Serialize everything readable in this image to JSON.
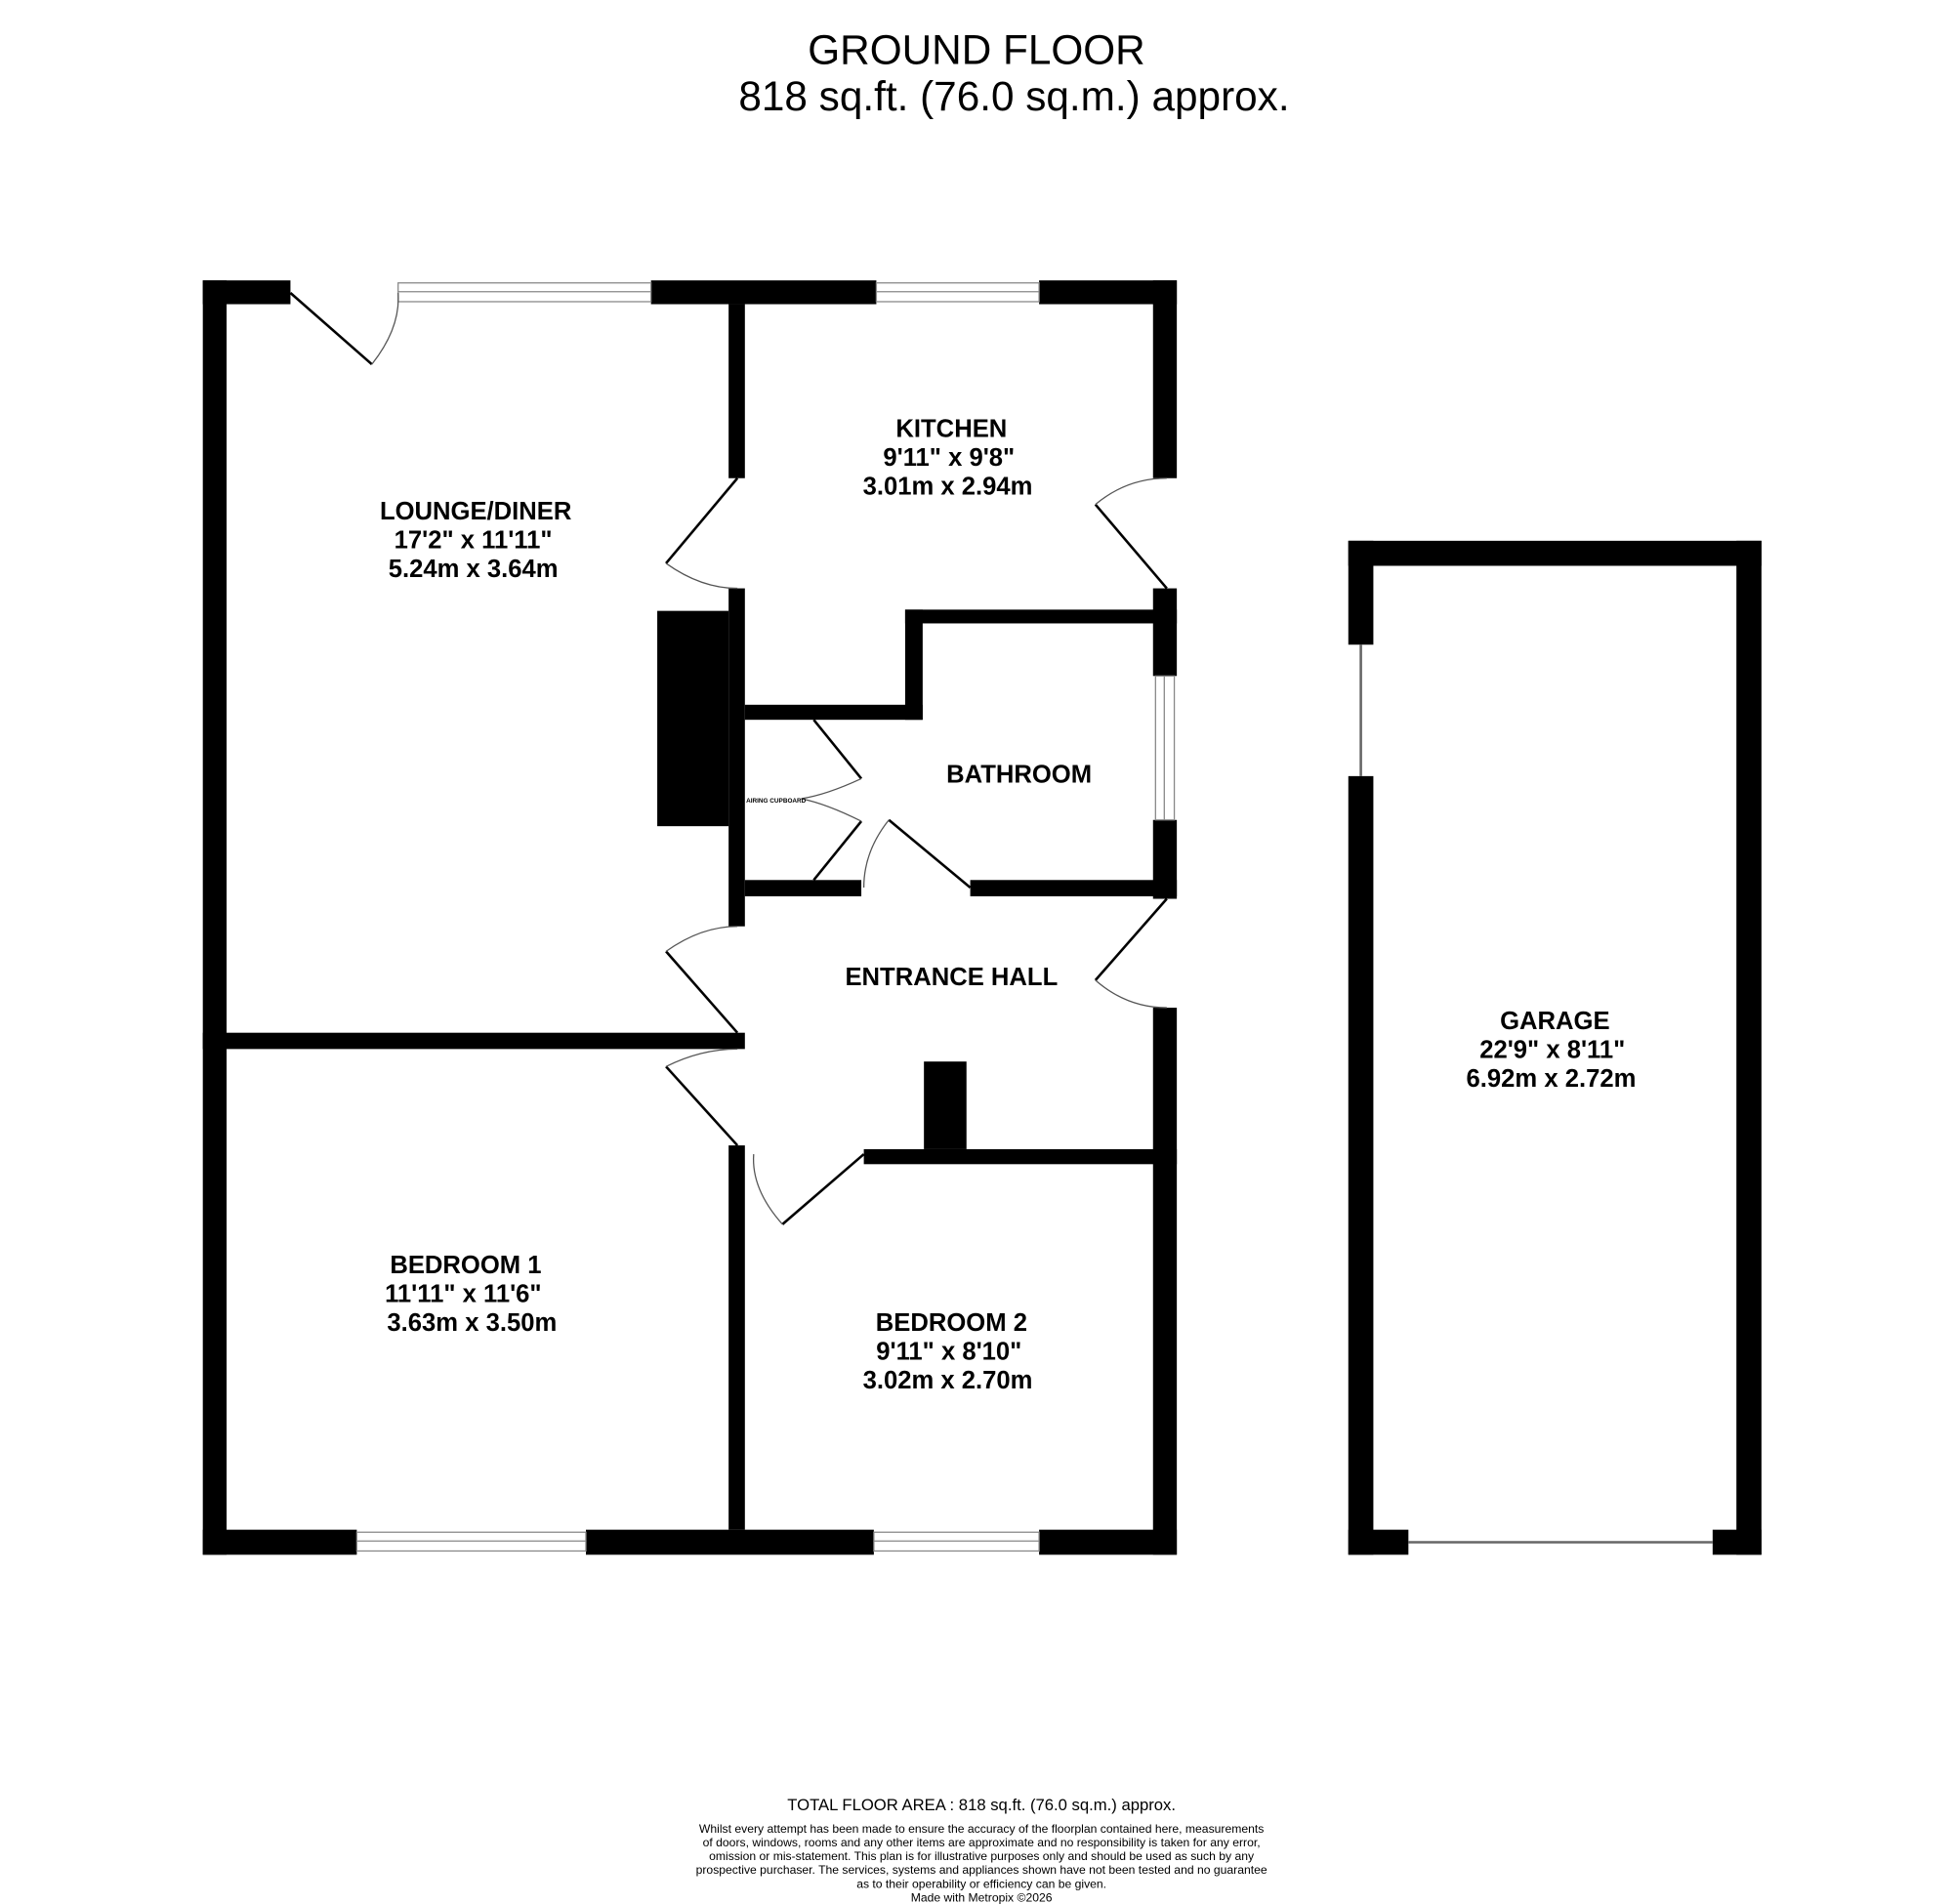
{
  "header": {
    "title": "GROUND FLOOR",
    "area": "818 sq.ft. (76.0 sq.m.) approx."
  },
  "rooms": [
    {
      "name": "LOUNGE/DINER",
      "imperial": "17'2\"  x 11'11\"",
      "metric": "5.24m  x 3.64m"
    },
    {
      "name": "KITCHEN",
      "imperial": "9'11\"  x 9'8\"",
      "metric": "3.01m  x 2.94m"
    },
    {
      "name": "BATHROOM"
    },
    {
      "name": "ENTRANCE HALL"
    },
    {
      "name": "BEDROOM 1",
      "imperial": "11'11\"  x 11'6\"",
      "metric": "3.63m  x 3.50m"
    },
    {
      "name": "BEDROOM 2",
      "imperial": "9'11\"  x 8'10\"",
      "metric": "3.02m  x 2.70m"
    },
    {
      "name": "GARAGE",
      "imperial": "22'9\"  x 8'11\"",
      "metric": "6.92m  x 2.72m"
    }
  ],
  "airing_cupboard": "AIRING CUPBOARD",
  "footer": {
    "total": "TOTAL FLOOR AREA : 818 sq.ft. (76.0 sq.m.) approx.",
    "disclaimer": [
      "Whilst every attempt has been made to ensure the accuracy of the floorplan contained here, measurements",
      "of doors, windows, rooms and any other items are approximate and no responsibility is taken for any error,",
      "omission or mis-statement. This plan is for illustrative purposes only and should be used as such by any",
      "prospective purchaser. The services, systems and appliances shown have not been tested and no guarantee",
      "as to their operability or efficiency can be given."
    ],
    "credit": "Made with Metropix ©2026"
  }
}
